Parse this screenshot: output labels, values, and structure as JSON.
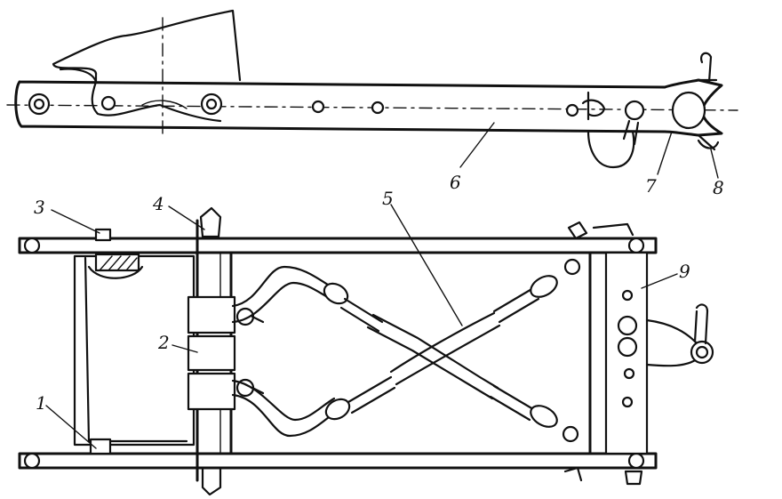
{
  "callouts": [
    {
      "id": "1",
      "text": "1"
    },
    {
      "id": "2",
      "text": "2"
    },
    {
      "id": "3",
      "text": "3"
    },
    {
      "id": "4",
      "text": "4"
    },
    {
      "id": "5",
      "text": "5"
    },
    {
      "id": "6",
      "text": "6"
    },
    {
      "id": "7",
      "text": "7"
    },
    {
      "id": "8",
      "text": "8"
    },
    {
      "id": "9",
      "text": "9"
    }
  ],
  "colors": {
    "ink": "#111111",
    "paper": "#ffffff"
  }
}
